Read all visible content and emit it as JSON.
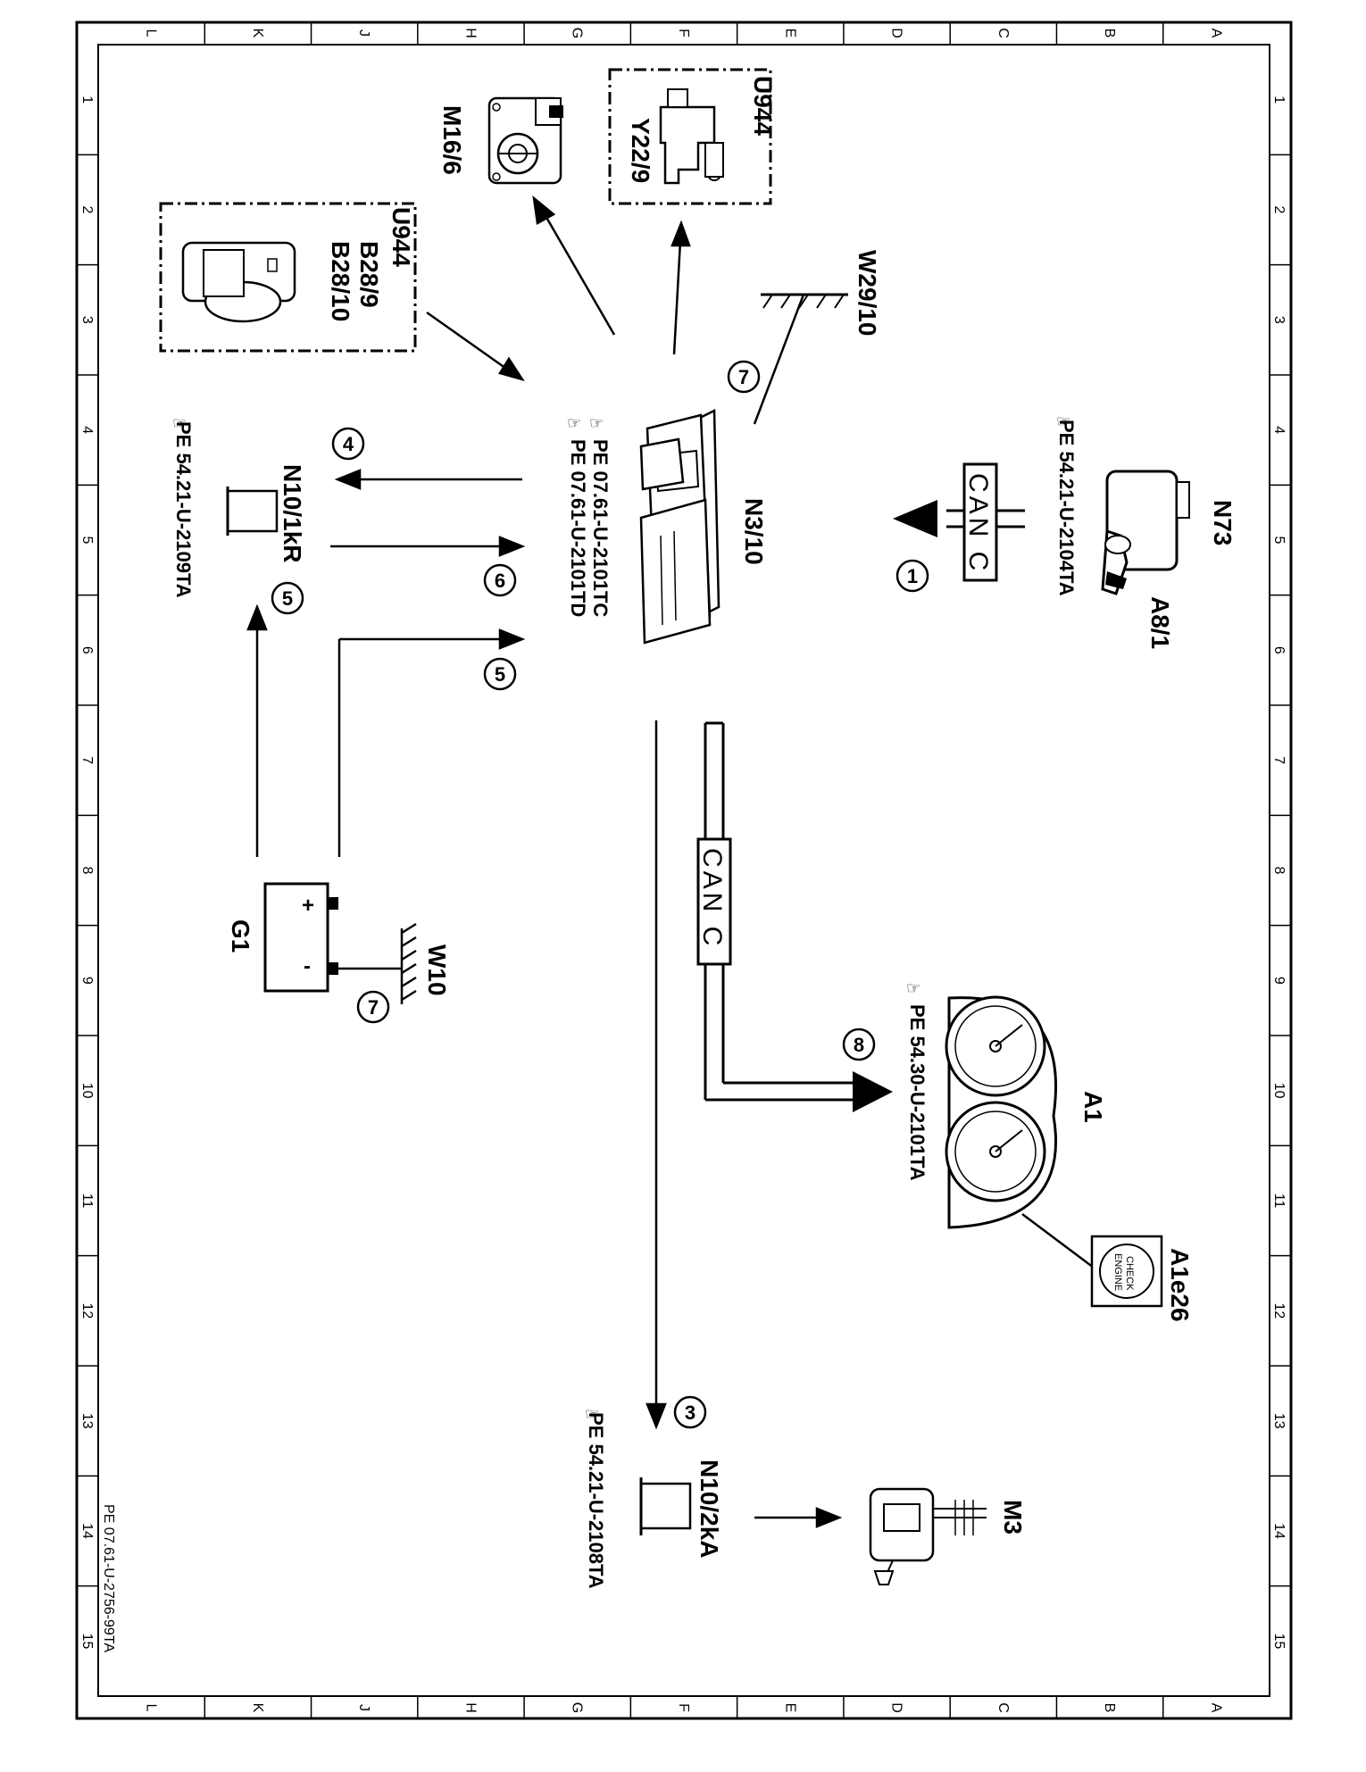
{
  "grid": {
    "letters": [
      "L",
      "K",
      "J",
      "H",
      "G",
      "F",
      "E",
      "D",
      "C",
      "B",
      "A"
    ],
    "numbers": [
      "1",
      "2",
      "3",
      "4",
      "5",
      "6",
      "7",
      "8",
      "9",
      "10",
      "11",
      "12",
      "13",
      "14",
      "15"
    ]
  },
  "components": {
    "n73": "N73",
    "a8_1": "A8/1",
    "n73_ref": "PE  54.21-U-2104TA",
    "can_top": "CAN  C",
    "w29_10": "W29/10",
    "u944_top": "U944",
    "y22_9": "Y22/9",
    "m16_6": "M16/6",
    "u944_left": "U944",
    "b28_9": "B28/9",
    "b28_10": "B28/10",
    "n3_10": "N3/10",
    "n3_10_ref1": "PE  07.61-U-2101TC",
    "n3_10_ref2": "PE  07.61-U-2101TD",
    "n10_1kr": "N10/1kR",
    "n10_1kr_ref": "PE  54.21-U-2109TA",
    "g1": "G1",
    "g1_plus": "+",
    "g1_minus": "-",
    "w10": "W10",
    "can_mid": "CAN  C",
    "a1": "A1",
    "a1_ref": "PE  54.30-U-2101TA",
    "a1e26": "A1e26",
    "check_engine_1": "CHECK",
    "check_engine_2": "ENGINE",
    "n10_2ka": "N10/2kA",
    "n10_2ka_ref": "PE  54.21-U-2108TA",
    "m3": "M3"
  },
  "markers": {
    "m1": "1",
    "m3": "3",
    "m4": "4",
    "m5a": "5",
    "m5b": "5",
    "m6": "6",
    "m7a": "7",
    "m7b": "7",
    "m8": "8"
  },
  "footer": {
    "doc_ref": "PE 07.61-U-2756-99TA"
  }
}
